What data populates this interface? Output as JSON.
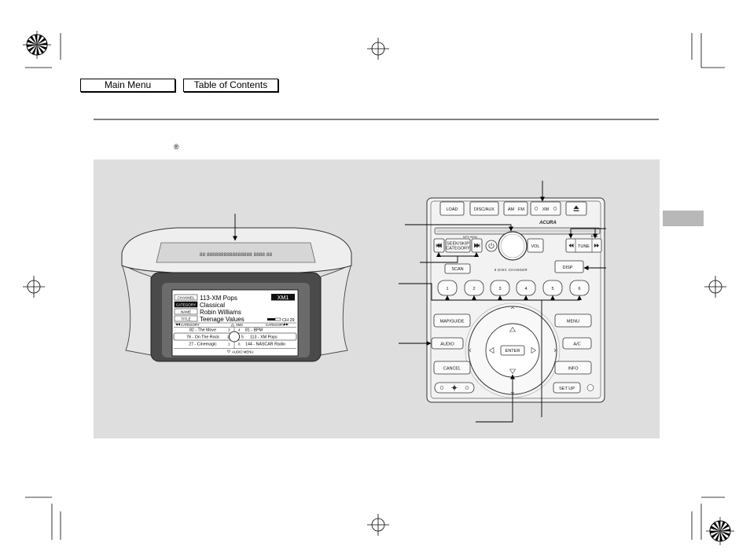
{
  "nav": {
    "main_menu": "Main Menu",
    "table_of_contents": "Table of Contents"
  },
  "heading": {
    "registered_mark": "®"
  },
  "dash_display": {
    "segments": "88 8888888888888888 8888 88"
  },
  "screen": {
    "rows": [
      {
        "label": "CHANNEL",
        "value": "113-XM Pops"
      },
      {
        "label": "CATEGORY",
        "value": "Classical"
      },
      {
        "label": "NAME",
        "value": "Robin Williams"
      },
      {
        "label": "TITLE",
        "value": "Teenage Values"
      }
    ],
    "band": "XM1",
    "channel_indicator": "CH 29",
    "category_prev": "CATEGORY",
    "band_next": "XM2",
    "category_next": "CATEGORY",
    "presets_left": [
      {
        "num": "3",
        "name": "82 - The Move"
      },
      {
        "num": "2",
        "name": "76 - On The Rock"
      },
      {
        "num": "1",
        "name": "27 - Cinemagic"
      }
    ],
    "presets_right": [
      {
        "num": "4",
        "name": "81 - BPM"
      },
      {
        "num": "5",
        "name": "113 - XM Pops"
      },
      {
        "num": "6",
        "name": "144 - NASCAR Radio"
      }
    ],
    "footer": "AUDIO MENU"
  },
  "panel": {
    "load": "LOAD",
    "disc_aux": "DISC/AUX",
    "am": "AM",
    "fm": "FM",
    "xm": "XM",
    "brand": "ACURA",
    "formats": "MP3 WMA",
    "dvd": "DVD",
    "seek_skip": "SEEK/SKIP",
    "category": "CATEGORY",
    "vol": "VOL",
    "tune": "TUNE",
    "scan": "SCAN",
    "changer": "6 DISC CHANGER",
    "disp": "DISP",
    "presets": [
      "1",
      "2",
      "3",
      "4",
      "5",
      "6"
    ],
    "map_guide": "MAP/GUIDE",
    "menu": "MENU",
    "audio": "AUDIO",
    "enter": "ENTER",
    "ac": "A/C",
    "cancel": "CANCEL",
    "info": "INFO",
    "setup": "SET UP"
  },
  "colors": {
    "panel_background": "#dedede",
    "section_tab": "#b8b8b8",
    "screen_bezel": "#4a4a4a"
  },
  "icons": [
    "registration-mark-icon",
    "crosshair-icon",
    "eject-icon",
    "power-icon",
    "skip-back-icon",
    "skip-forward-icon",
    "arrow-up-icon",
    "arrow-down-icon",
    "arrow-left-icon",
    "arrow-right-icon",
    "brightness-icon"
  ]
}
